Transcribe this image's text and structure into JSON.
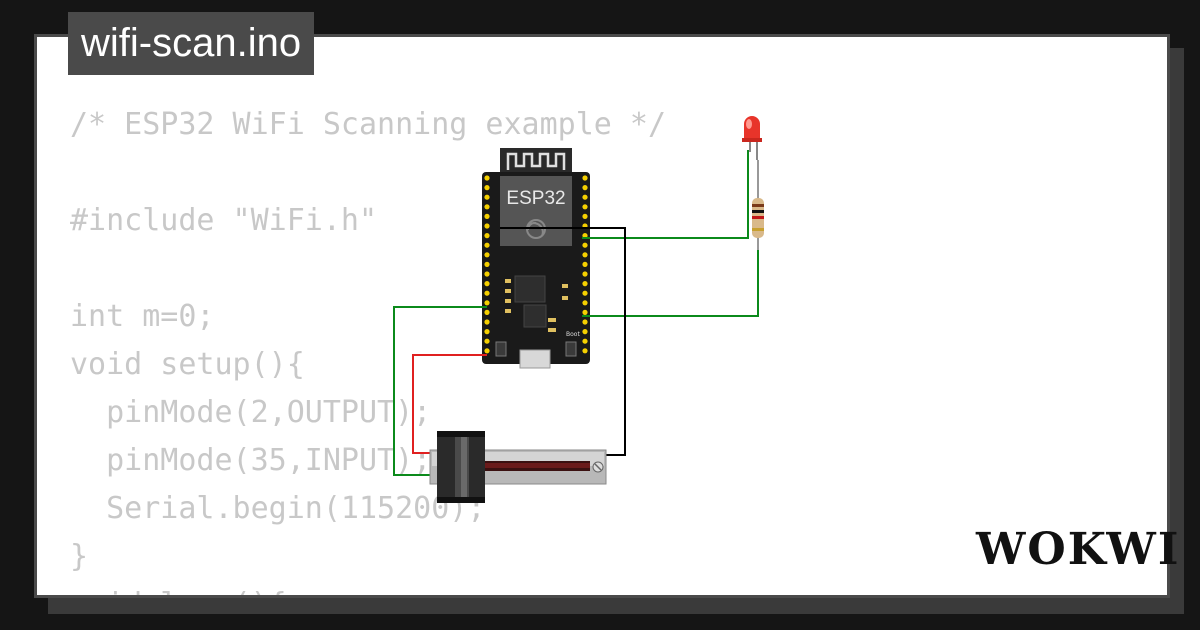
{
  "title": "wifi-scan.ino",
  "code_lines": [
    "/* ESP32 WiFi Scanning example */",
    "",
    "#include \"WiFi.h\"",
    "",
    "int m=0;",
    "void setup(){",
    "  pinMode(2,OUTPUT);",
    "  pinMode(35,INPUT);",
    "  Serial.begin(115200);",
    "}",
    "void loop(){"
  ],
  "board": {
    "label": "ESP32",
    "button_label": "Boot"
  },
  "brand": "WOKWI",
  "colors": {
    "background": "#151515",
    "card": "#ffffff",
    "code_text": "#c8c8c8",
    "board": "#1a1a1a",
    "pin": "#f5d000",
    "wire_green": "#0b8a1b",
    "wire_red": "#e02020",
    "wire_black": "#000000",
    "led": "#e8342a"
  },
  "icons": [
    "wifi-antenna-icon",
    "espressif-logo-icon",
    "led-icon",
    "resistor-icon",
    "slide-potentiometer-icon",
    "usb-port-icon"
  ]
}
